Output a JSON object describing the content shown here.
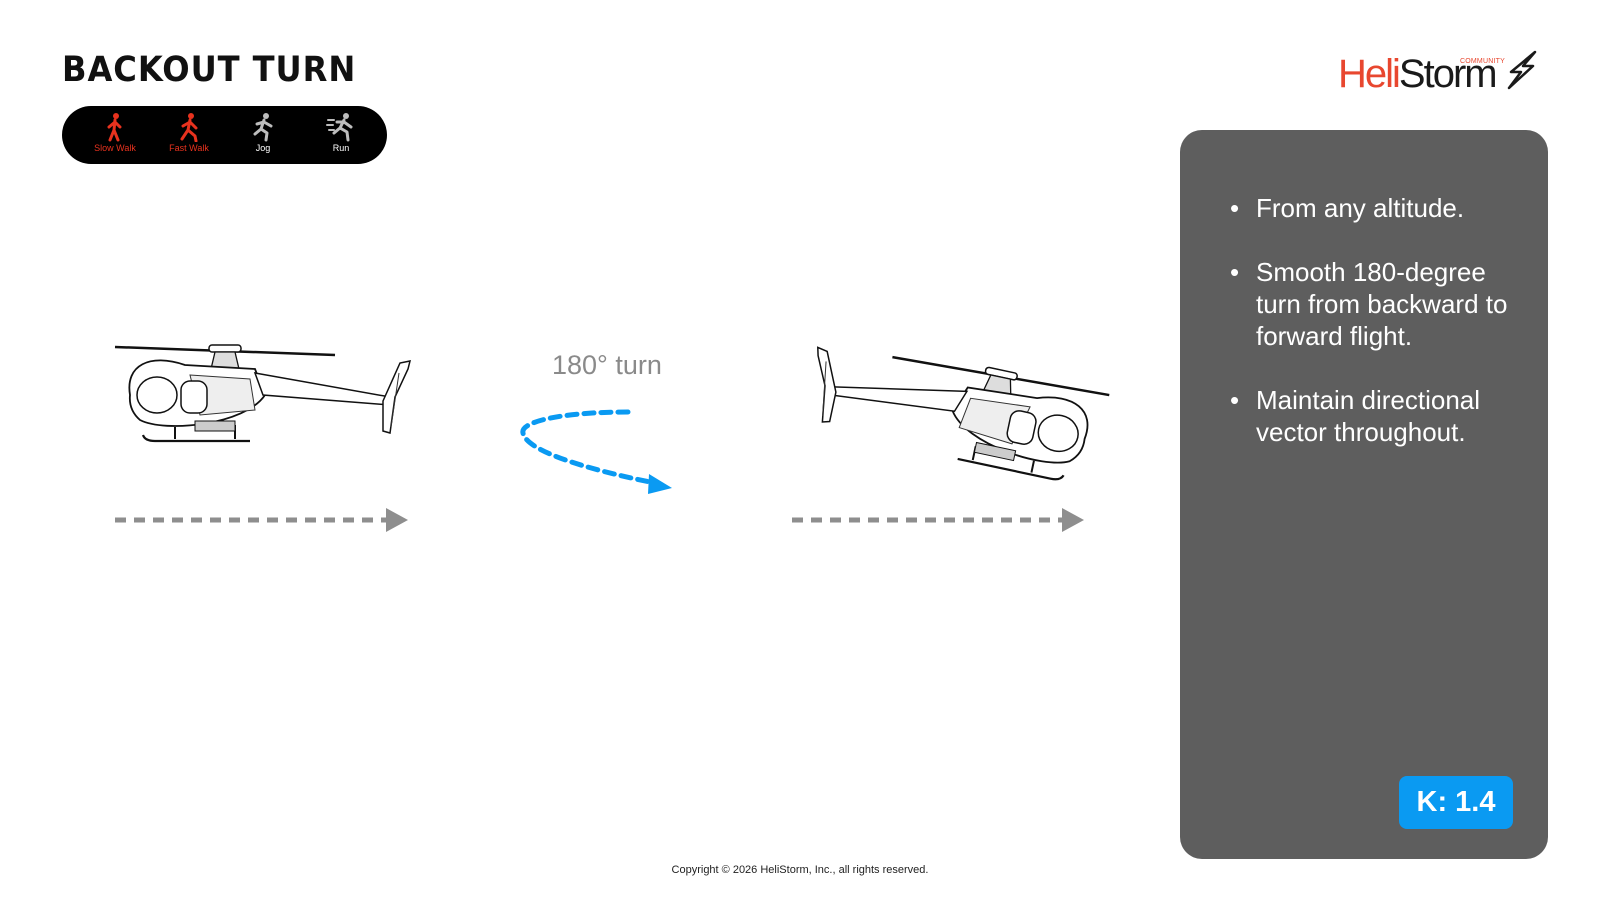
{
  "slide": {
    "title": "BACKOUT TURN",
    "turn_label": "180° turn",
    "copyright": "Copyright © 2026 HeliStorm, Inc., all rights reserved."
  },
  "logo": {
    "brand_light": "Heli",
    "brand_dark": "Storm",
    "community": "COMMUNITY"
  },
  "pace": [
    {
      "label": "Slow Walk",
      "icon": "walking-person-icon",
      "active": true
    },
    {
      "label": "Fast Walk",
      "icon": "fast-walking-person-icon",
      "active": true
    },
    {
      "label": "Jog",
      "icon": "jogging-person-icon",
      "active": false
    },
    {
      "label": "Run",
      "icon": "running-person-icon",
      "active": false
    }
  ],
  "panel": {
    "bullets": [
      "From any altitude.",
      "Smooth 180-degree turn from backward to forward flight.",
      "Maintain directional vector throughout."
    ],
    "k_badge": "K: 1.4"
  },
  "colors": {
    "accent_red": "#e8472f",
    "active_pace": "#e8321e",
    "inactive_pace": "#bdbdbd",
    "turn_arrow": "#0a9af2",
    "direction_arrow": "#8e8e8e",
    "panel_bg": "#5e5e5e",
    "badge_bg": "#0a9af2"
  }
}
